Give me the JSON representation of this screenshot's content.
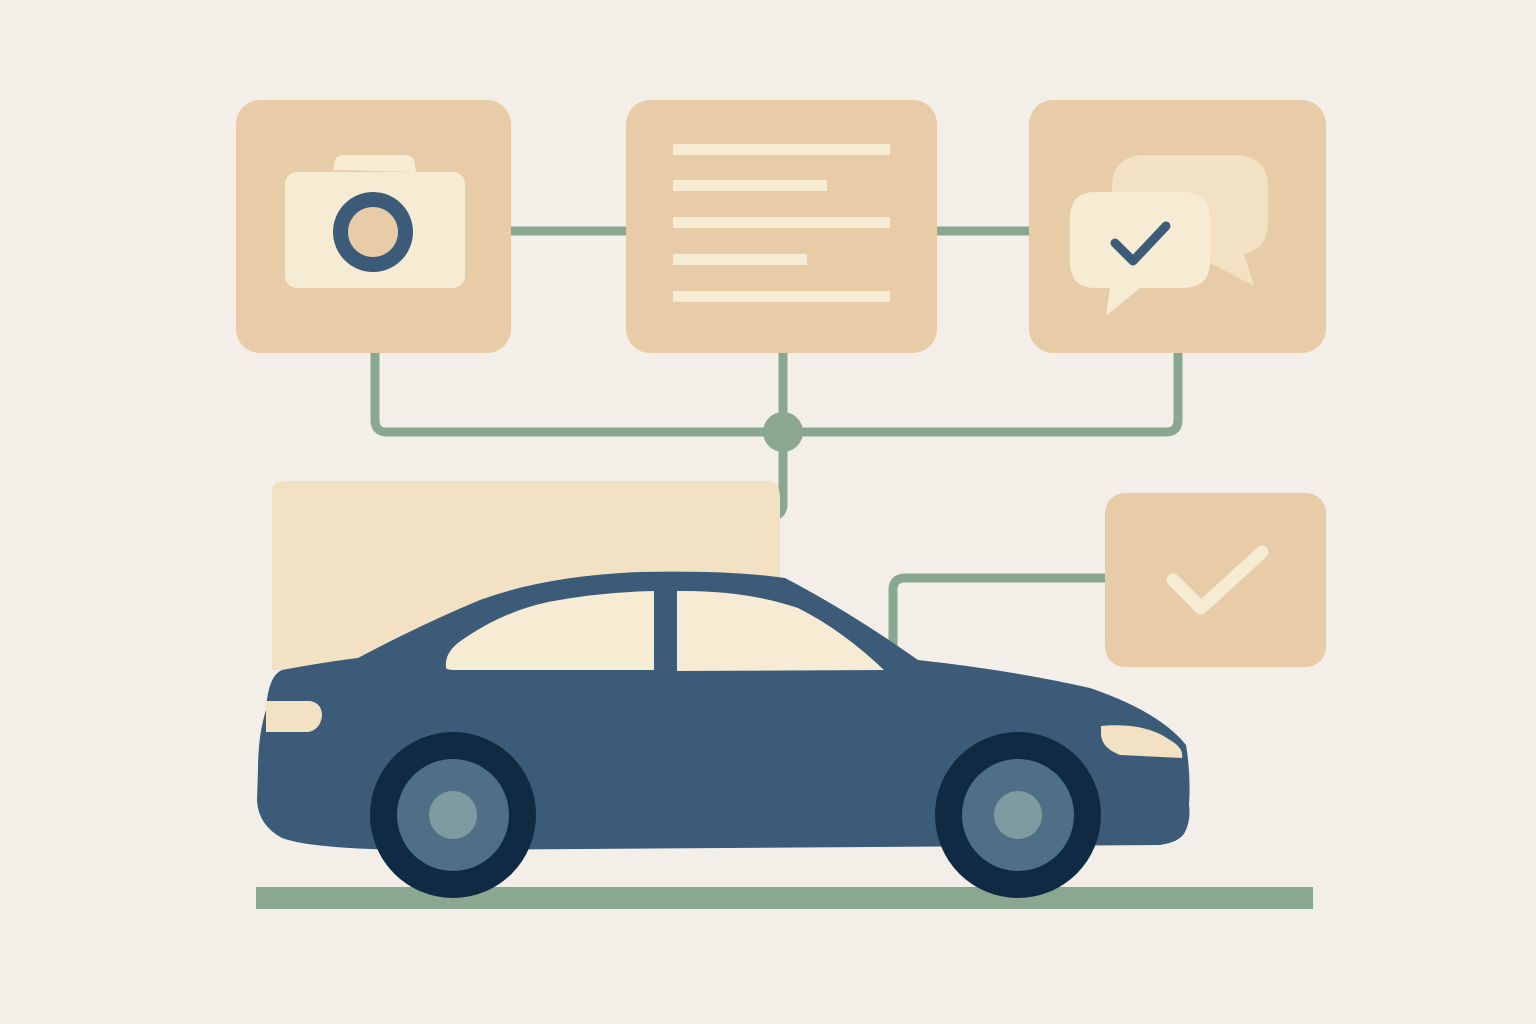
{
  "diagram": {
    "nodes": [
      {
        "id": "camera",
        "icon": "camera-icon"
      },
      {
        "id": "document",
        "icon": "document-lines-icon"
      },
      {
        "id": "messages",
        "icon": "chat-bubbles-check-icon"
      },
      {
        "id": "approval",
        "icon": "checkmark-icon"
      },
      {
        "id": "vehicle",
        "icon": "car-icon"
      }
    ],
    "edges": [
      {
        "from": "camera",
        "to": "document"
      },
      {
        "from": "document",
        "to": "messages"
      },
      {
        "from": "camera",
        "to": "hub"
      },
      {
        "from": "document",
        "to": "hub"
      },
      {
        "from": "messages",
        "to": "hub"
      },
      {
        "from": "hub",
        "to": "vehicle"
      },
      {
        "from": "approval",
        "to": "vehicle"
      }
    ]
  },
  "colors": {
    "background": "#f3efe8",
    "card": "#e8cca8",
    "card_light": "#f2e1c3",
    "cream": "#f6ebd3",
    "connector": "#8aa88f",
    "car_body": "#3b5b78",
    "tire": "#0f2a42",
    "rim": "#4f6f86",
    "hub": "#7f9ba2"
  }
}
